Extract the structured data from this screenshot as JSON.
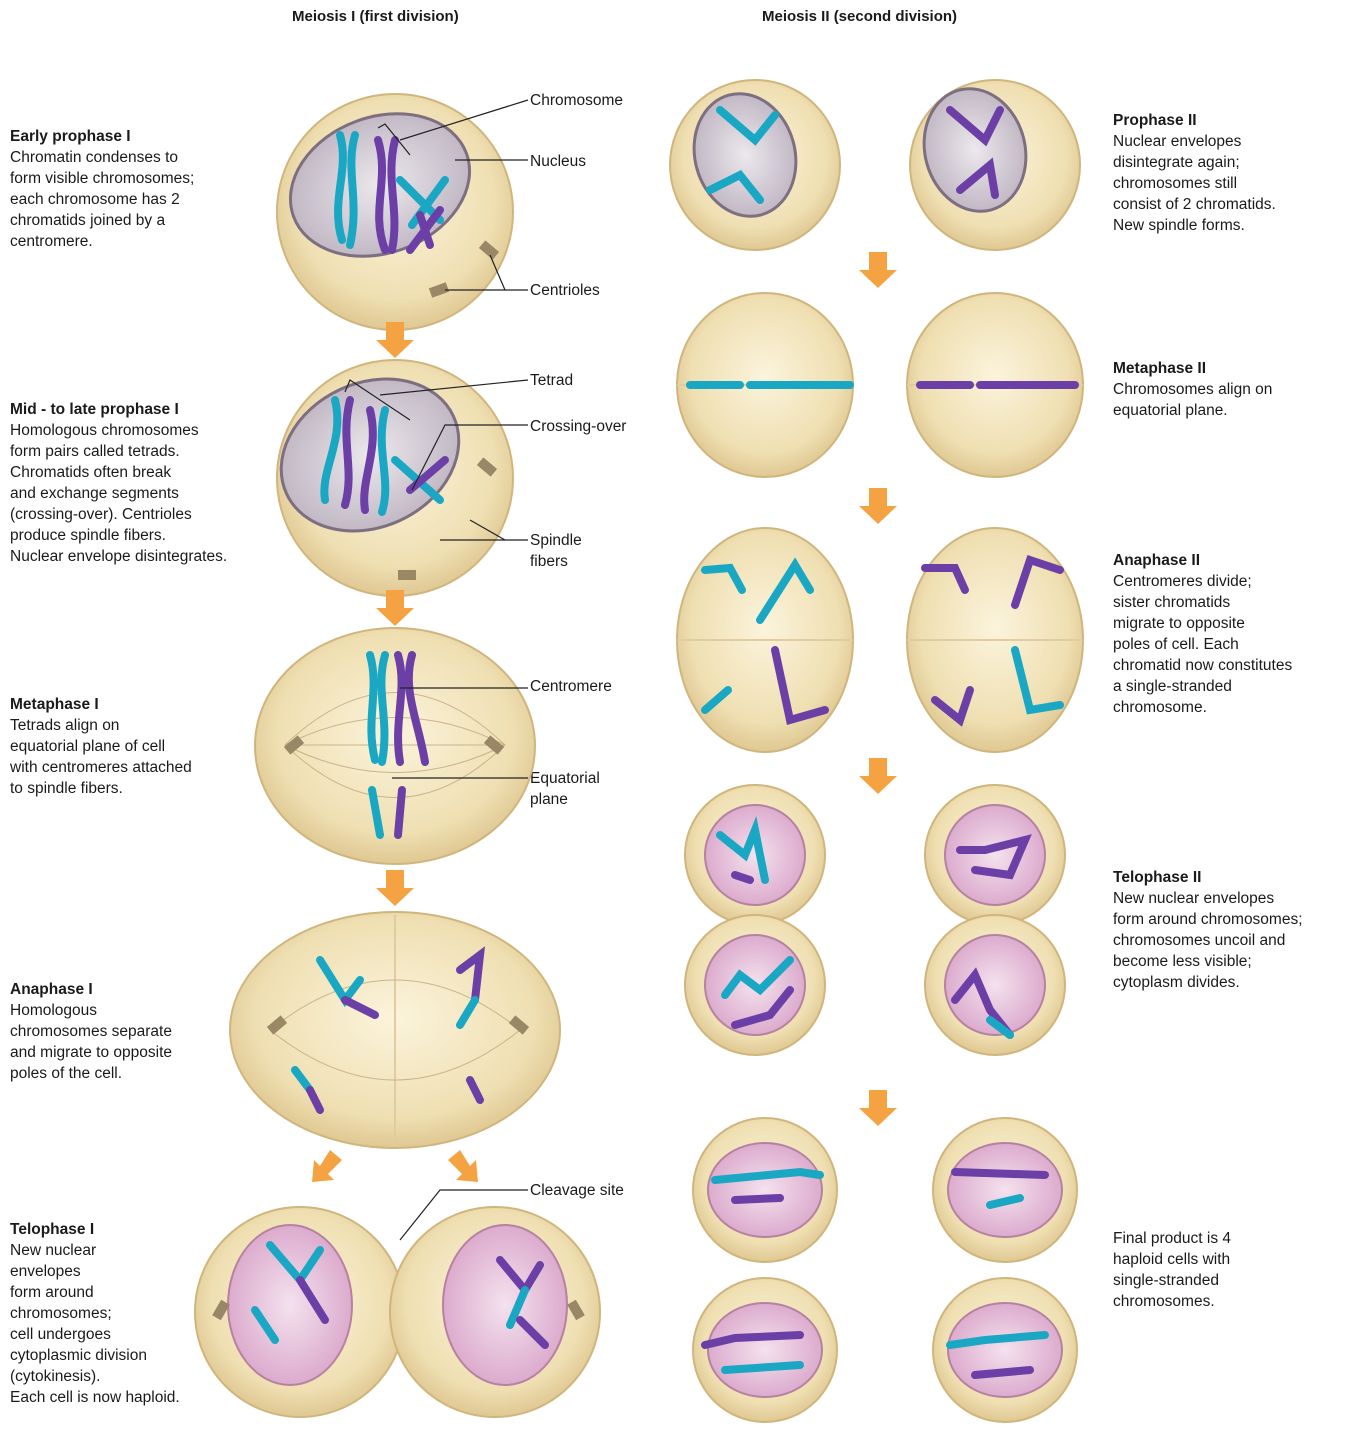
{
  "headers": {
    "meiosis1": "Meiosis I (first division)",
    "meiosis2": "Meiosis II (second division)"
  },
  "phases_left": [
    {
      "title": "Early prophase I",
      "text": "Chromatin condenses to\nform visible chromosomes;\neach chromosome has 2\nchromatids joined by a\ncentromere."
    },
    {
      "title": "Mid - to late prophase I",
      "text": "Homologous chromosomes\nform pairs called tetrads.\nChromatids often break\nand exchange segments\n(crossing-over). Centrioles\nproduce spindle fibers.\nNuclear envelope disintegrates."
    },
    {
      "title": "Metaphase I",
      "text": "Tetrads align on\nequatorial plane of cell\nwith centromeres attached\nto spindle fibers."
    },
    {
      "title": "Anaphase I",
      "text": "Homologous\nchromosomes separate\nand migrate to opposite\npoles of the cell."
    },
    {
      "title": "Telophase I",
      "text": "New nuclear\nenvelopes\nform around\nchromosomes;\ncell undergoes\ncytoplasmic division\n(cytokinesis).\nEach cell is now haploid."
    }
  ],
  "phases_right": [
    {
      "title": "Prophase II",
      "text": "Nuclear envelopes\ndisintegrate again;\nchromosomes still\nconsist of 2 chromatids.\nNew spindle forms."
    },
    {
      "title": "Metaphase II",
      "text": "Chromosomes align on\nequatorial plane."
    },
    {
      "title": "Anaphase II",
      "text": "Centromeres divide;\nsister chromatids\nmigrate to opposite\npoles of cell. Each\nchromatid now constitutes\na single-stranded\nchromosome."
    },
    {
      "title": "Telophase II",
      "text": "New nuclear envelopes\nform around chromosomes;\nchromosomes uncoil and\nbecome less visible;\ncytoplasm divides."
    },
    {
      "title": "",
      "text": "Final product is 4\nhaploid cells with\nsingle-stranded\nchromosomes."
    }
  ],
  "labels": {
    "chromosome": "Chromosome",
    "nucleus": "Nucleus",
    "centrioles": "Centrioles",
    "tetrad": "Tetrad",
    "crossing_over": "Crossing-over",
    "spindle_fibers": "Spindle\nfibers",
    "centromere": "Centromere",
    "equatorial_plane": "Equatorial\nplane",
    "cleavage_site": "Cleavage site"
  },
  "colors": {
    "cytoplasm": "#f3e6bf",
    "cell_edge": "#d9c08a",
    "nucleus": "#d8d2d8",
    "nucleus_pink": "#e3b8d6",
    "chromatid_teal": "#1aa7c4",
    "chromatid_purple": "#6b3fa6",
    "arrow": "#f5a342"
  }
}
